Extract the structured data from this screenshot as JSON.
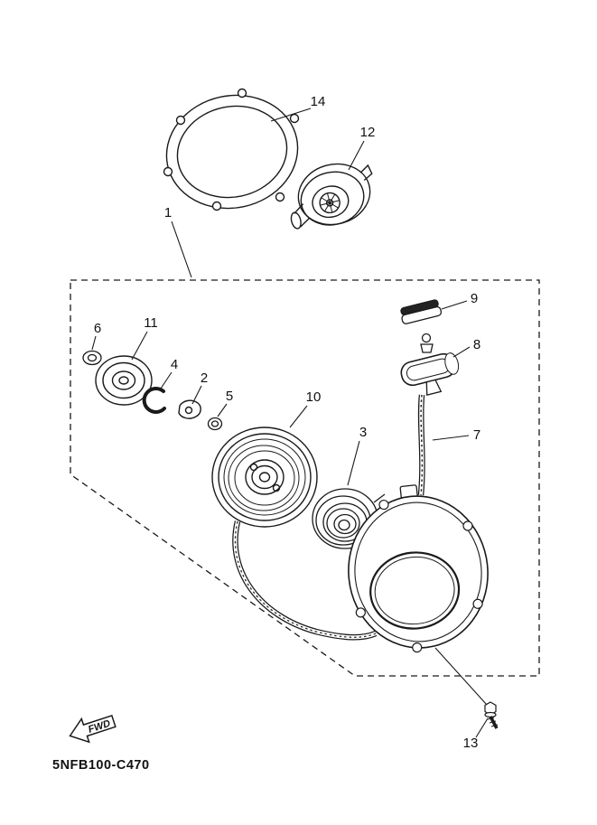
{
  "diagram": {
    "code": "5NFB100-C470",
    "fwd_label": "FWD",
    "colors": {
      "ink": "#1a1a1a",
      "background": "#ffffff"
    },
    "callouts": [
      {
        "num": "1"
      },
      {
        "num": "2"
      },
      {
        "num": "3"
      },
      {
        "num": "4"
      },
      {
        "num": "5"
      },
      {
        "num": "6"
      },
      {
        "num": "7"
      },
      {
        "num": "8"
      },
      {
        "num": "9"
      },
      {
        "num": "10"
      },
      {
        "num": "11"
      },
      {
        "num": "12"
      },
      {
        "num": "13"
      },
      {
        "num": "14"
      }
    ]
  }
}
